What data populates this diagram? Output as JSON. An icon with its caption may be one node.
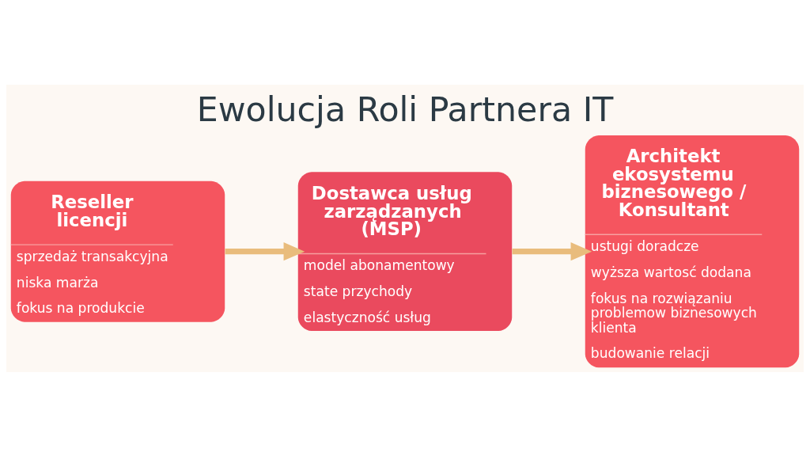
{
  "diagram": {
    "title": "Ewolucja Roli Partnera IT",
    "nodes": [
      {
        "text": [
          "Reseller licencji",
          "sprzedaż transakcyjna",
          "niska marża",
          "fokus na produkcie"
        ]
      },
      {
        "text": [
          "Dostawca usług zarządzanych (MSP)",
          "model abonamentowy",
          "state przychody",
          "elastyczność usług"
        ]
      },
      {
        "text": [
          "Architekt ekosystemu biznesowego / Konsultant",
          "ustugi doradcze",
          "wyższa wartosć dodana",
          "fokus na rozwiązaniu problemow biznesowych klienta",
          "budowanie relacji"
        ]
      }
    ],
    "edges": [
      {
        "from": 0,
        "to": 1,
        "arrow": "to"
      },
      {
        "from": 1,
        "to": 2,
        "arrow": "to"
      }
    ]
  }
}
